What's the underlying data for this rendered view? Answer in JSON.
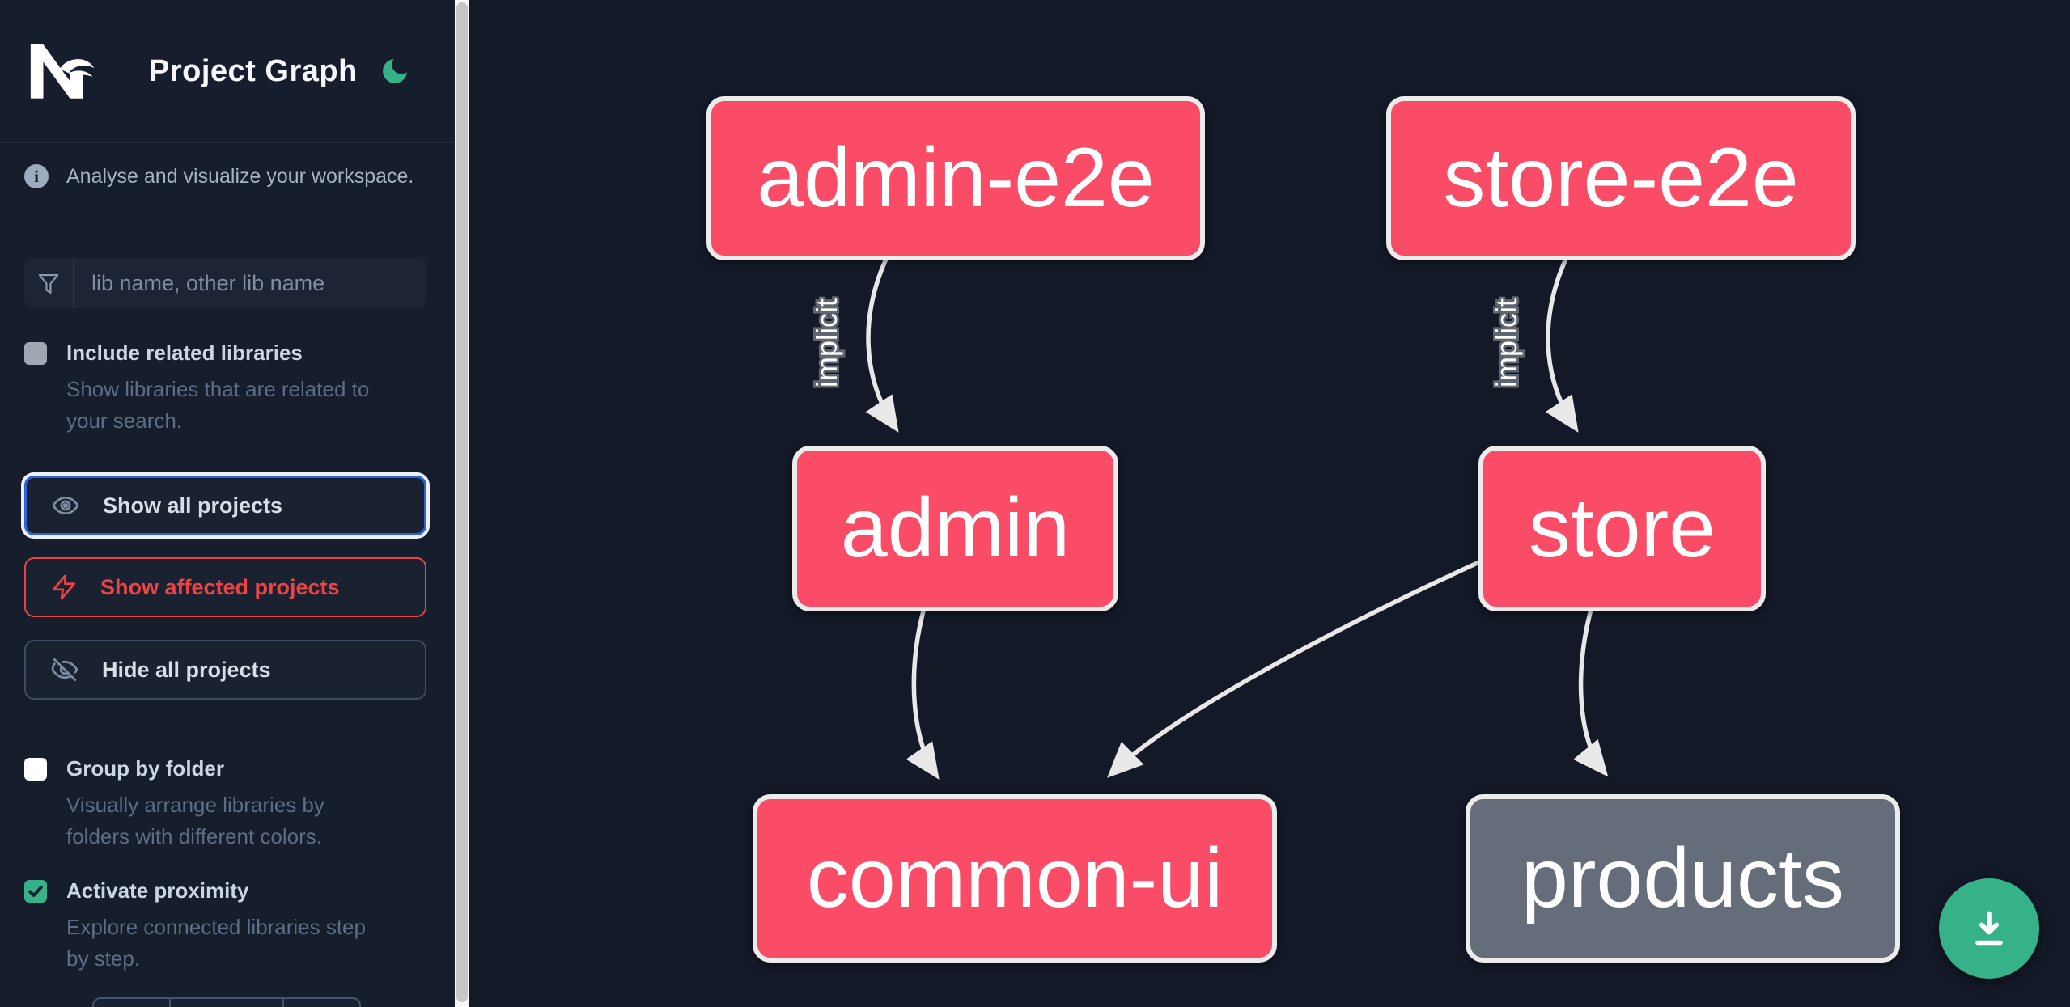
{
  "header": {
    "app_title": "Project Graph"
  },
  "sidebar": {
    "info_text": "Analyse and visualize your workspace.",
    "search": {
      "placeholder": "lib name, other lib name",
      "value": ""
    },
    "include_related": {
      "label": "Include related libraries",
      "description": "Show libraries that are related to\nyour search.",
      "checked": false
    },
    "buttons": {
      "show_all": "Show all projects",
      "show_affected": "Show affected projects",
      "hide_all": "Hide all projects"
    },
    "group_by_folder": {
      "label": "Group by folder",
      "description": "Visually arrange libraries by\nfolders with different colors.",
      "checked": false
    },
    "activate_proximity": {
      "label": "Activate proximity",
      "description": "Explore connected libraries step\nby step.",
      "checked": true
    }
  },
  "graph": {
    "nodes": [
      {
        "id": "admin-e2e",
        "label": "admin-e2e",
        "color": "#fb4c67"
      },
      {
        "id": "store-e2e",
        "label": "store-e2e",
        "color": "#fb4c67"
      },
      {
        "id": "admin",
        "label": "admin",
        "color": "#fb4c67"
      },
      {
        "id": "store",
        "label": "store",
        "color": "#fb4c67"
      },
      {
        "id": "common-ui",
        "label": "common-ui",
        "color": "#fb4c67"
      },
      {
        "id": "products",
        "label": "products",
        "color": "#656d7b"
      }
    ],
    "edges": [
      {
        "from": "admin-e2e",
        "to": "admin",
        "label": "implicit"
      },
      {
        "from": "store-e2e",
        "to": "store",
        "label": "implicit"
      },
      {
        "from": "admin",
        "to": "common-ui",
        "label": ""
      },
      {
        "from": "store",
        "to": "common-ui",
        "label": ""
      },
      {
        "from": "store",
        "to": "products",
        "label": ""
      }
    ]
  },
  "colors": {
    "canvas_bg": "#131927",
    "sidebar_bg": "#161d2c",
    "node_pink": "#fb4c67",
    "node_gray": "#656d7b",
    "node_border": "#ececec",
    "edge": "#e8e8e8",
    "accent_green": "#36b289",
    "accent_blue": "#2c63d9",
    "accent_red": "#ee4343"
  }
}
